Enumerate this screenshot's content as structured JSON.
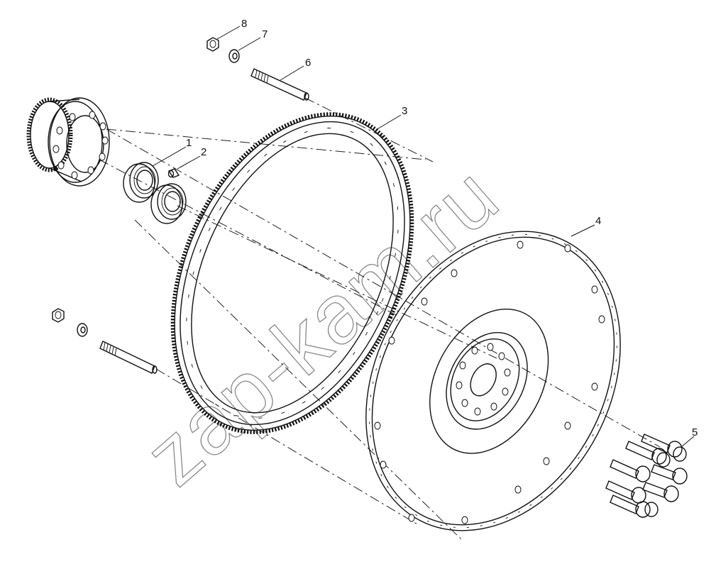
{
  "watermark": "zap-kam.ru",
  "callouts": [
    {
      "id": "1",
      "text": "1"
    },
    {
      "id": "2",
      "text": "2"
    },
    {
      "id": "3",
      "text": "3"
    },
    {
      "id": "4",
      "text": "4"
    },
    {
      "id": "5",
      "text": "5"
    },
    {
      "id": "6",
      "text": "6"
    },
    {
      "id": "7",
      "text": "7"
    },
    {
      "id": "8",
      "text": "8"
    }
  ]
}
